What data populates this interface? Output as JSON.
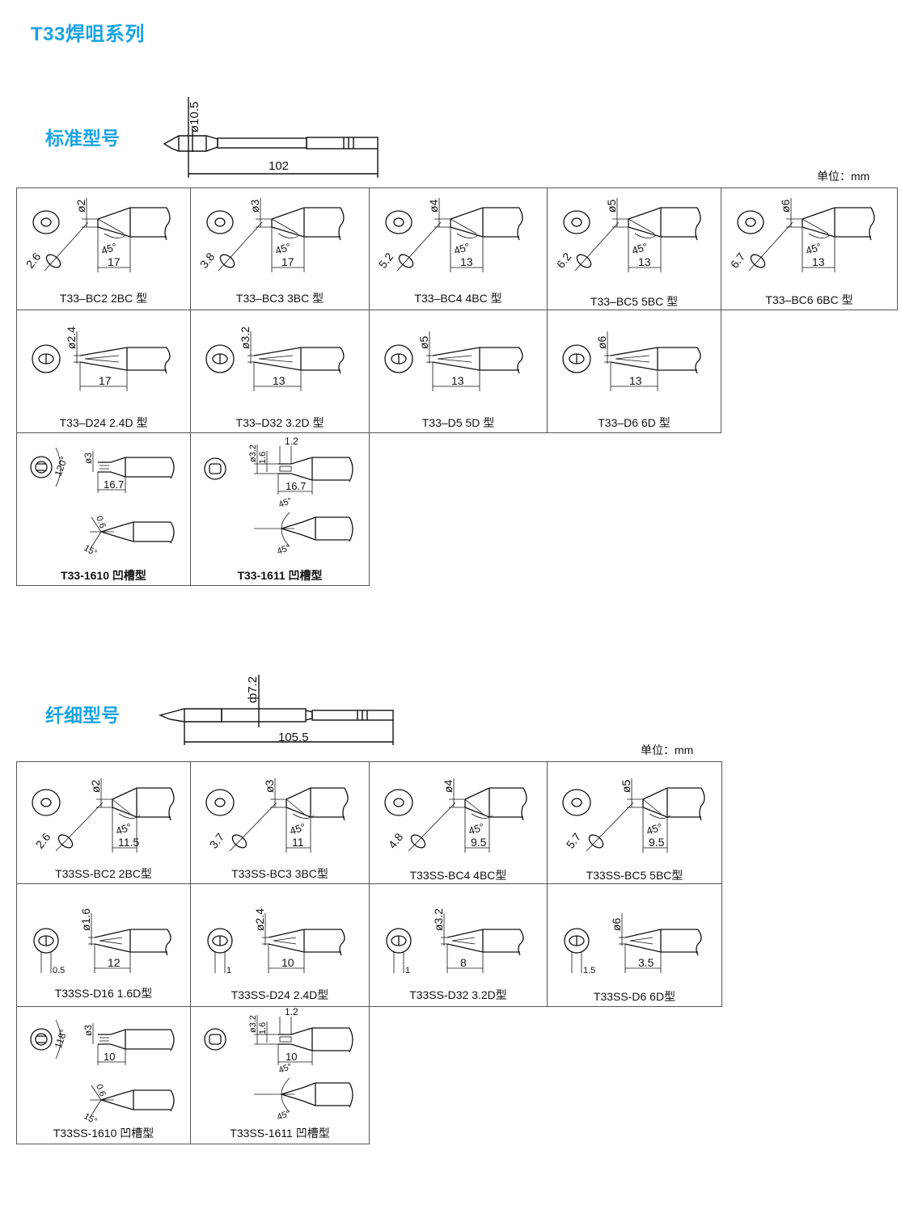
{
  "title": "T33焊咀系列",
  "standard": {
    "heading": "标准型号",
    "diameter": "ø10.5",
    "length": "102",
    "unit": "单位：mm",
    "rows": [
      [
        {
          "caption": "T33–BC2  2BC 型",
          "kind": "bc",
          "d": "ø2",
          "w": "2.6",
          "l": "17",
          "a": "45°"
        },
        {
          "caption": "T33–BC3  3BC 型",
          "kind": "bc",
          "d": "ø3",
          "w": "3.8",
          "l": "17",
          "a": "45°"
        },
        {
          "caption": "T33–BC4  4BC 型",
          "kind": "bc",
          "d": "ø4",
          "w": "5.2",
          "l": "13",
          "a": "45°"
        },
        {
          "caption": "T33–BC5  5BC 型",
          "kind": "bc",
          "d": "ø5",
          "w": "6.2",
          "l": "13",
          "a": "45°"
        },
        {
          "caption": "T33–BC6  6BC 型",
          "kind": "bc",
          "d": "ø6",
          "w": "6.7",
          "l": "13",
          "a": "45°"
        }
      ],
      [
        {
          "caption": "T33–D24  2.4D 型",
          "kind": "d",
          "d": "ø2.4",
          "l": "17"
        },
        {
          "caption": "T33–D32  3.2D 型",
          "kind": "d",
          "d": "ø3.2",
          "l": "13"
        },
        {
          "caption": "T33–D5  5D 型",
          "kind": "d",
          "d": "ø5",
          "l": "13"
        },
        {
          "caption": "T33–D6  6D 型",
          "kind": "d",
          "d": "ø6",
          "l": "13"
        }
      ],
      [
        {
          "caption": "T33-1610   凹槽型",
          "kind": "g1",
          "d": "ø3",
          "l": "16.7",
          "a1": "120°",
          "d2": "0.6",
          "a2": "15°"
        },
        {
          "caption": "T33-1611   凹槽型",
          "kind": "g2",
          "d": "ø3.2",
          "d2": "1.6",
          "w": "1.2",
          "l": "16.7",
          "a1": "45°",
          "a2": "45°"
        }
      ]
    ]
  },
  "slim": {
    "heading": "纤细型号",
    "diameter": "ф7.2",
    "length": "105.5",
    "unit": "单位：mm",
    "rows": [
      [
        {
          "caption": "T33SS-BC2   2BC型",
          "kind": "bc",
          "d": "ø2",
          "w": "2.6",
          "l": "11.5",
          "a": "45°"
        },
        {
          "caption": "T33SS-BC3   3BC型",
          "kind": "bc",
          "d": "ø3",
          "w": "3.7",
          "l": "11",
          "a": "45°"
        },
        {
          "caption": "T33SS-BC4   4BC型",
          "kind": "bc",
          "d": "ø4",
          "w": "4.8",
          "l": "9.5",
          "a": "45°"
        },
        {
          "caption": "T33SS-BC5   5BC型",
          "kind": "bc",
          "d": "ø5",
          "w": "5.7",
          "l": "9.5",
          "a": "45°"
        }
      ],
      [
        {
          "caption": "T33SS-D16   1.6D型",
          "kind": "d",
          "d": "ø1.6",
          "l": "12",
          "w": "0.5"
        },
        {
          "caption": "T33SS-D24   2.4D型",
          "kind": "d",
          "d": "ø2.4",
          "l": "10",
          "w": "1"
        },
        {
          "caption": "T33SS-D32   3.2D型",
          "kind": "d",
          "d": "ø3.2",
          "l": "8",
          "w": "1"
        },
        {
          "caption": "T33SS-D6   6D型",
          "kind": "d",
          "d": "ø6",
          "l": "3.5",
          "w": "1.5"
        }
      ],
      [
        {
          "caption": "T33SS-1610   凹槽型",
          "kind": "g1",
          "d": "ø3",
          "l": "10",
          "a1": "118°",
          "d2": "0.6",
          "a2": "15°"
        },
        {
          "caption": "T33SS-1611   凹槽型",
          "kind": "g2",
          "d": "ø3.2",
          "d2": "1.6",
          "w": "1.2",
          "l": "10",
          "a1": "45°",
          "a2": "45°"
        }
      ]
    ]
  }
}
